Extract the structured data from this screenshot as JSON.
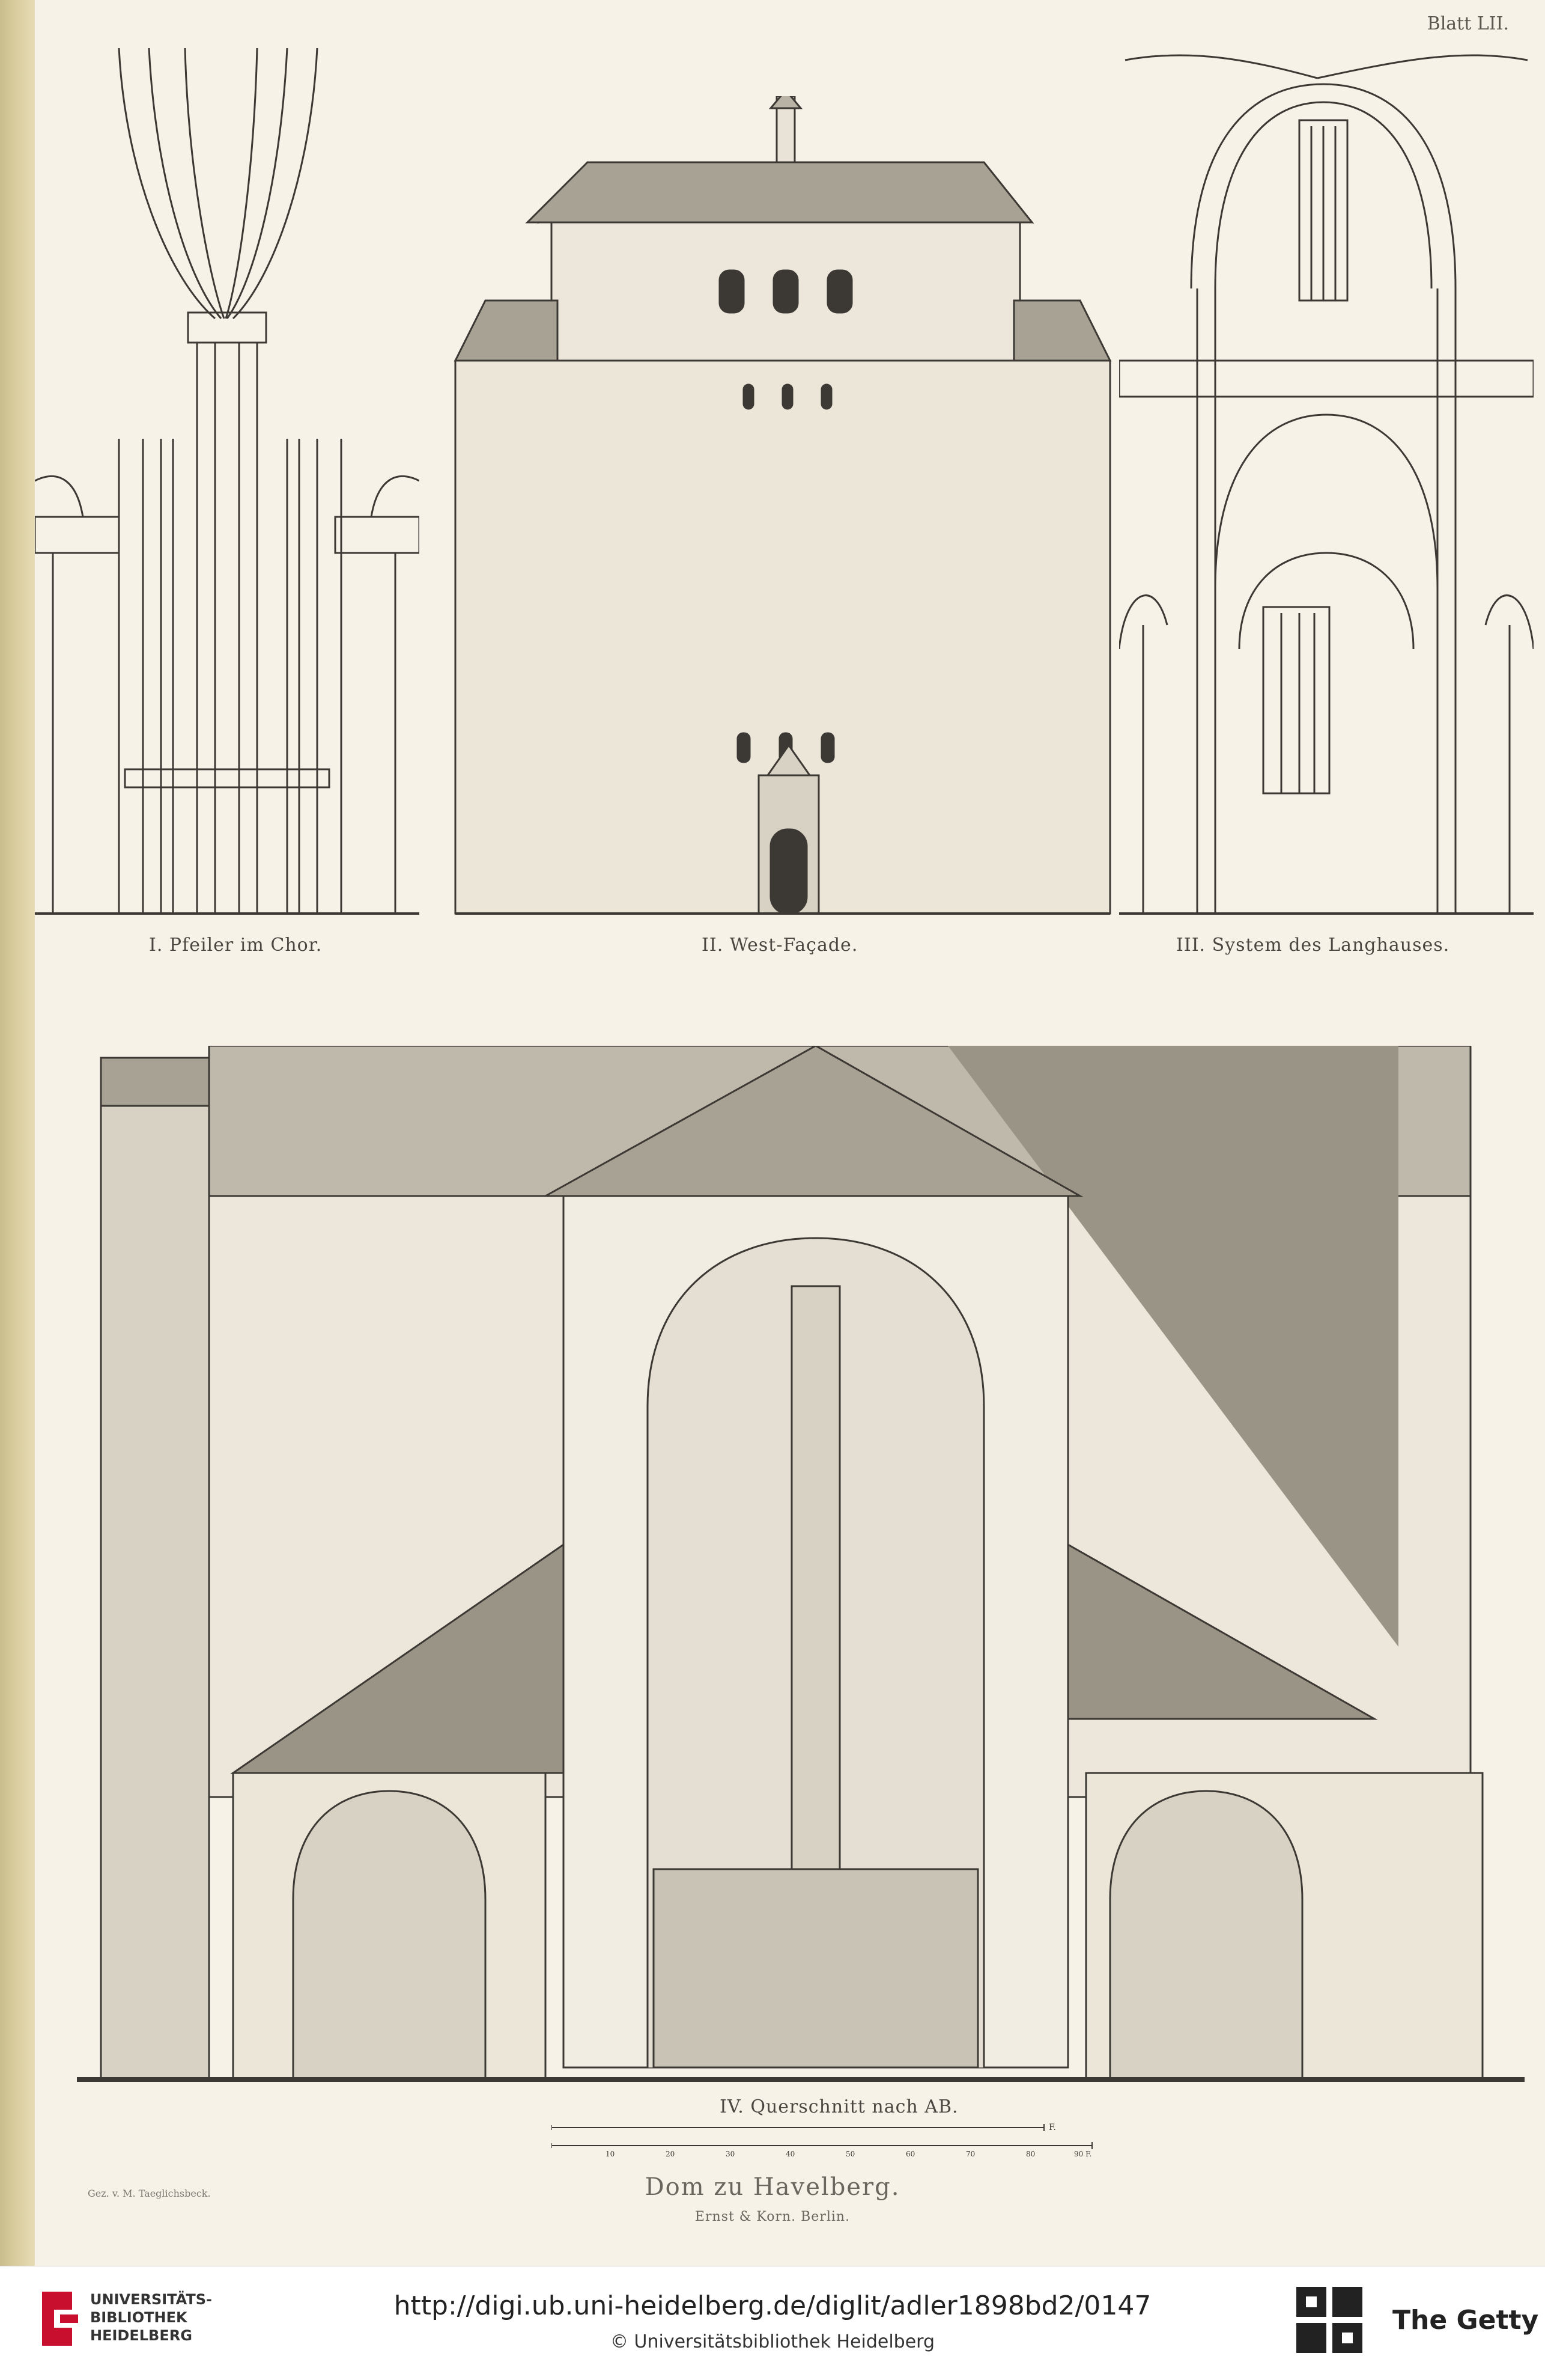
{
  "plate": {
    "sheet_label": "Blatt LII.",
    "figures": [
      {
        "id": "pier",
        "caption": "I. Pfeiler im Chor."
      },
      {
        "id": "facade",
        "caption": "II. West-Façade."
      },
      {
        "id": "nave",
        "caption": "III. System des Langhauses."
      },
      {
        "id": "section",
        "caption": "IV. Querschnitt nach AB."
      }
    ],
    "title": "Dom zu Havelberg.",
    "publisher": "Ernst & Korn. Berlin.",
    "engraver": "Gez. v. M. Taeglichsbeck.",
    "scale": {
      "upper_labels": [
        "F."
      ],
      "lower_labels": [
        "10",
        "20",
        "30",
        "40",
        "50",
        "60",
        "70",
        "80",
        "90 F."
      ]
    }
  },
  "footer": {
    "library_name_lines": [
      "UNIVERSITÄTS-",
      "BIBLIOTHEK",
      "HEIDELBERG"
    ],
    "url": "http://digi.ub.uni-heidelberg.de/diglit/adler1898bd2/0147",
    "copyright": "© Universitätsbibliothek Heidelberg",
    "partner": "The Getty"
  },
  "colors": {
    "paper": "#f6f2e8",
    "ink": "#3c3934",
    "shade": "#8a857b",
    "library_red": "#c8102e"
  },
  "icons": [
    "ub-heidelberg-logo-icon",
    "getty-logo-icon"
  ]
}
